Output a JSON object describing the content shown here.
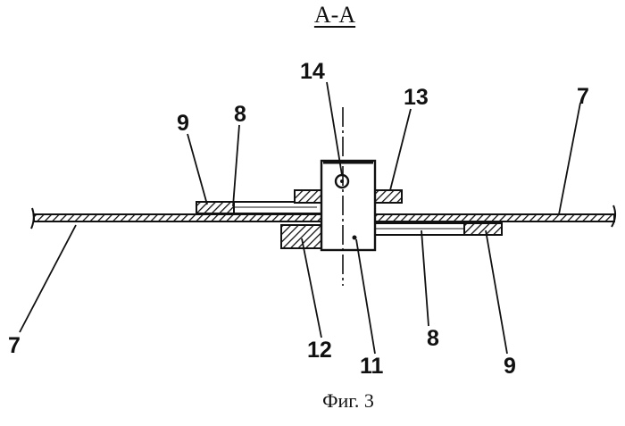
{
  "drawing": {
    "section_title": "A-A",
    "caption": "Фиг. 3",
    "labels": {
      "l14": "14",
      "l13": "13",
      "l9_top": "9",
      "l8_top": "8",
      "l7_right": "7",
      "l7_left": "7",
      "l12": "12",
      "l11": "11",
      "l8_bottom": "8",
      "l9_bottom": "9"
    }
  },
  "colors": {
    "ink": "#111111",
    "paper": "#ffffff"
  }
}
